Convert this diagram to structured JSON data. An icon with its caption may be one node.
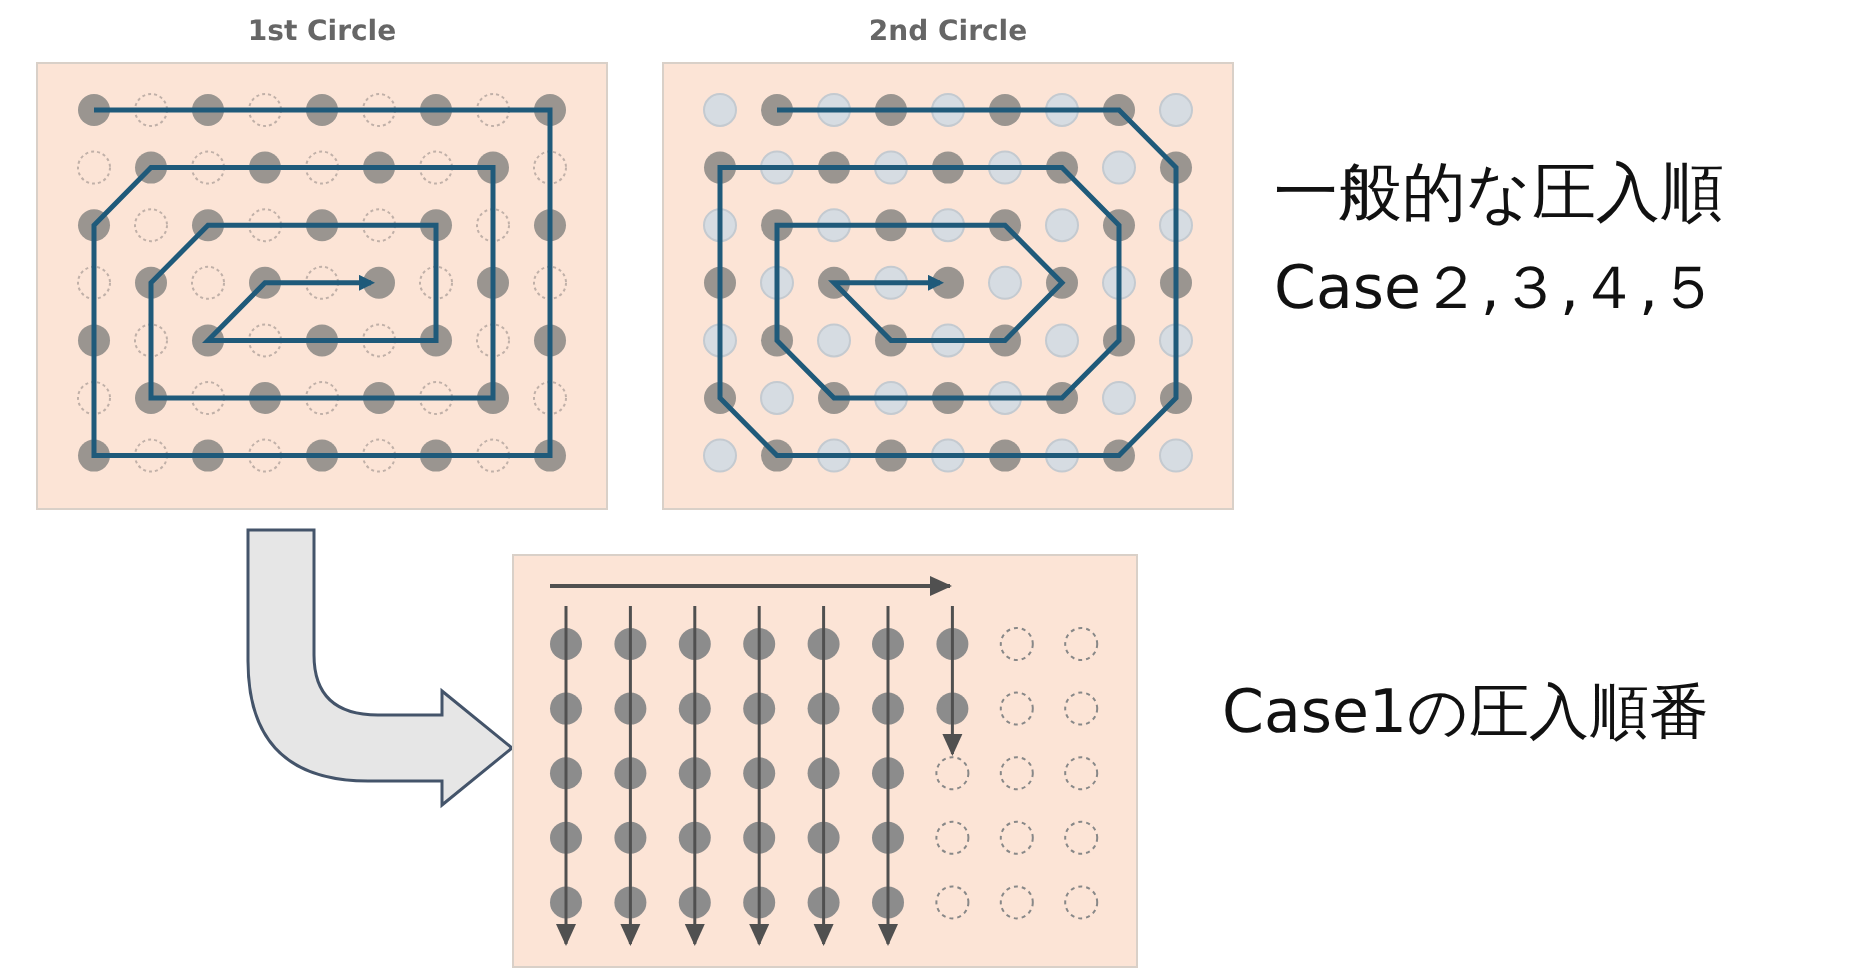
{
  "diagram": {
    "nodes": [
      {
        "text": [
          "1st Circle"
        ]
      },
      {
        "text": [
          "2nd Circle"
        ]
      },
      {
        "text": [],
        "shape": "picture"
      }
    ],
    "edges": [
      {
        "from": 0,
        "to": 2,
        "arrow": "to",
        "style": "thick"
      }
    ],
    "labels": [
      "一般的な圧入順",
      "Case２,３,４,５",
      "Case1の圧入順番"
    ]
  }
}
